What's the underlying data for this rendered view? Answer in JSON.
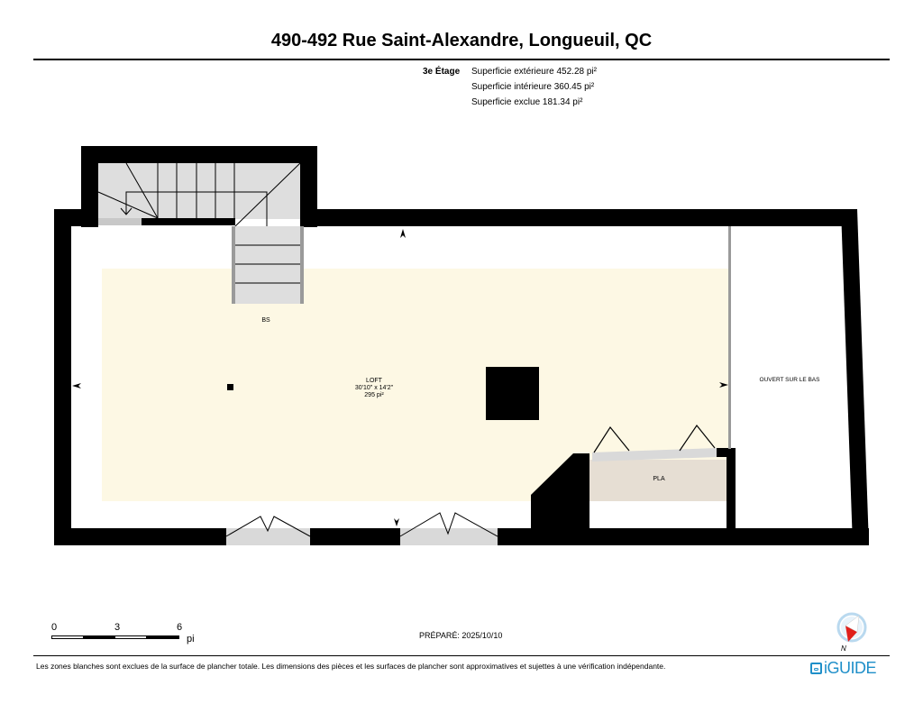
{
  "header": {
    "title": "490-492 Rue Saint-Alexandre, Longueuil, QC"
  },
  "areas": {
    "floor_label": "3e Étage",
    "exterior": "Superficie extérieure 452.28 pi²",
    "interior": "Superficie intérieure 360.45 pi²",
    "excluded": "Superficie exclue 181.34 pi²"
  },
  "rooms": {
    "bs": {
      "label": "BS"
    },
    "loft": {
      "label": "LOFT",
      "dimensions": "30'10\" x 14'2\"",
      "area": "295 pi²"
    },
    "open_below": {
      "label": "OUVERT SUR LE BAS"
    },
    "pla": {
      "label": "PLA"
    }
  },
  "scale": {
    "ticks": [
      "0",
      "3",
      "6"
    ],
    "unit": "pi"
  },
  "footer": {
    "prepared": "PRÉPARÉ: 2025/10/10",
    "disclaimer": "Les zones blanches sont exclues de la surface de plancher totale. Les dimensions des pièces et les surfaces de plancher sont approximatives et sujettes à une vérification indépendante.",
    "logo": "iGUIDE",
    "compass_label": "N"
  },
  "colors": {
    "wall": "#000000",
    "loft_fill": "#fdf8e4",
    "pla_fill": "#e6ded3",
    "stair_fill": "#dedede",
    "door_fill": "#d9d9d9",
    "brand": "#1f8fc9",
    "compass_red": "#e0201b",
    "compass_ring": "#b9d9ef"
  }
}
